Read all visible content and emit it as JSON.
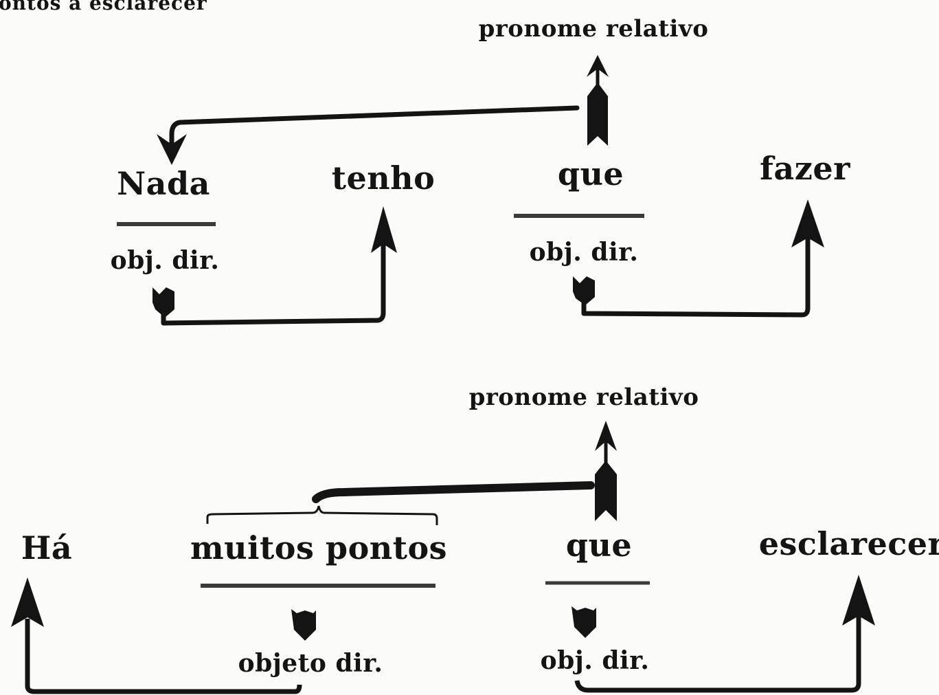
{
  "caption": "ontos a esclarecer",
  "diagram1": {
    "header": "pronome relativo",
    "words": [
      "Nada",
      "tenho",
      "que",
      "fazer"
    ],
    "roles": [
      "obj. dir.",
      "obj. dir."
    ]
  },
  "diagram2": {
    "header": "pronome relativo",
    "words": [
      "Há",
      "muitos pontos",
      "que",
      "esclarecer"
    ],
    "roles": [
      "objeto dir.",
      "obj. dir."
    ]
  },
  "colors": {
    "ink": "#141414",
    "underline": "#3a3a3a",
    "paper": "#fbfbf9"
  }
}
